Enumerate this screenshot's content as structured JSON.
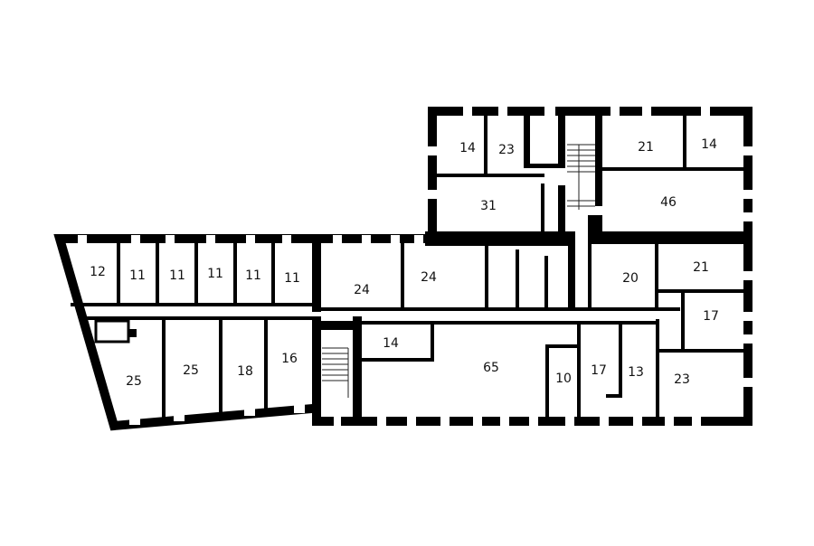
{
  "plan": {
    "rooms": [
      {
        "id": "r12",
        "label": "12"
      },
      {
        "id": "r11a",
        "label": "11"
      },
      {
        "id": "r11b",
        "label": "11"
      },
      {
        "id": "r11c",
        "label": "11"
      },
      {
        "id": "r11d",
        "label": "11"
      },
      {
        "id": "r11e",
        "label": "11"
      },
      {
        "id": "r25a",
        "label": "25"
      },
      {
        "id": "r25b",
        "label": "25"
      },
      {
        "id": "r18",
        "label": "18"
      },
      {
        "id": "r16",
        "label": "16"
      },
      {
        "id": "r24a",
        "label": "24"
      },
      {
        "id": "r24b",
        "label": "24"
      },
      {
        "id": "r14a",
        "label": "14"
      },
      {
        "id": "r65",
        "label": "65"
      },
      {
        "id": "r10",
        "label": "10"
      },
      {
        "id": "r17a",
        "label": "17"
      },
      {
        "id": "r13",
        "label": "13"
      },
      {
        "id": "r23a",
        "label": "23"
      },
      {
        "id": "r17b",
        "label": "17"
      },
      {
        "id": "r20",
        "label": "20"
      },
      {
        "id": "r21a",
        "label": "21"
      },
      {
        "id": "r14b",
        "label": "14"
      },
      {
        "id": "r23b",
        "label": "23"
      },
      {
        "id": "r31",
        "label": "31"
      },
      {
        "id": "r21b",
        "label": "21"
      },
      {
        "id": "r14c",
        "label": "14"
      },
      {
        "id": "r46",
        "label": "46"
      }
    ]
  }
}
